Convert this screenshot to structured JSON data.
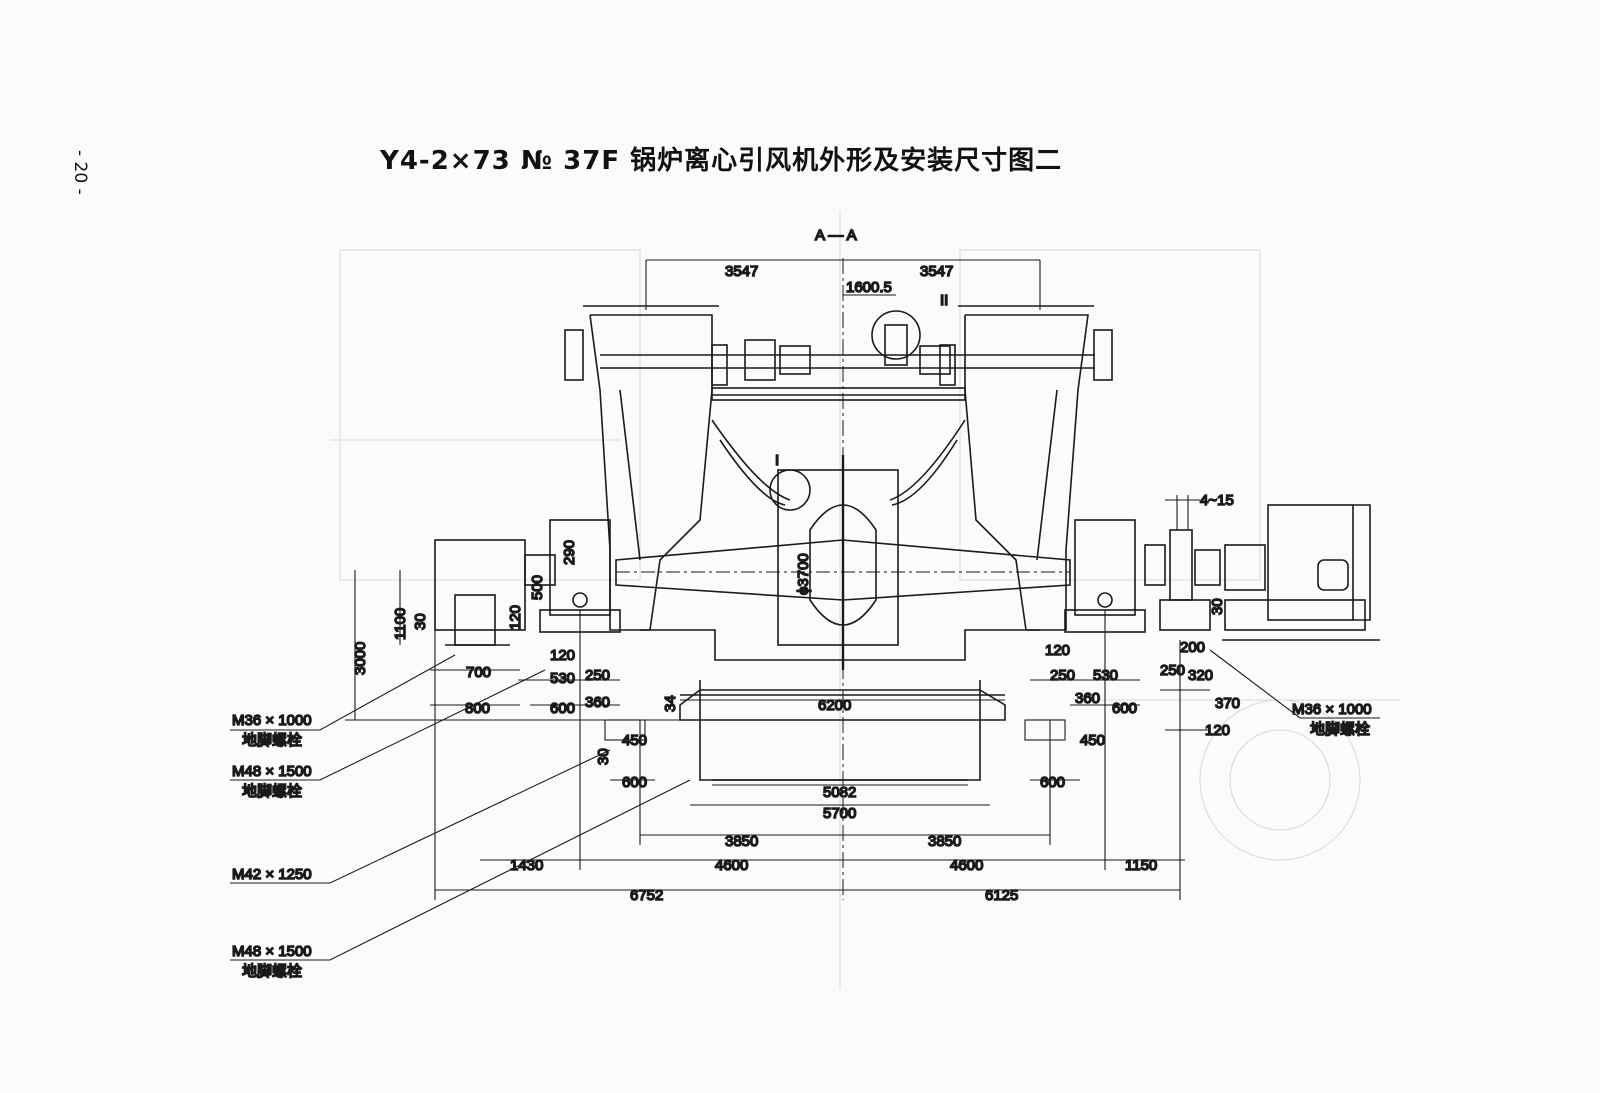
{
  "page_number": "- 20 -",
  "title": "Y4-2×73 № 37F  锅炉离心引风机外形及安装尺寸图二",
  "section_label": "A — A",
  "detail_labels": {
    "detail_1": "I",
    "detail_2": "II"
  },
  "dimensions": {
    "top_left": "3547",
    "top_right": "3547",
    "offset": "1600.5",
    "gap": "4~15",
    "impeller_dia": "ϕ3700",
    "d290": "290",
    "d500": "500",
    "d120v": "120",
    "d1100": "1100",
    "d30a": "30",
    "d3000": "3000",
    "d120a": "120",
    "d530a": "530",
    "d250a": "250",
    "d700": "700",
    "d600a": "600",
    "d360a": "360",
    "d800": "800",
    "d34": "34",
    "d6200": "6200",
    "d450a": "450",
    "d30b": "30",
    "d600b": "600",
    "d5082": "5082",
    "d5700": "5700",
    "d3850a": "3850",
    "d3850b": "3850",
    "d1430": "1430",
    "d4600a": "4600",
    "d4600b": "4600",
    "d1150": "1150",
    "d6752": "6752",
    "d6125": "6125",
    "d120b": "120",
    "d250b": "250",
    "d530b": "530",
    "d360b": "360",
    "d600c": "600",
    "d450b": "450",
    "d600d": "600",
    "d30c": "30",
    "d200": "200",
    "d250c": "250",
    "d320": "320",
    "d370": "370",
    "d120c": "120"
  },
  "callouts": [
    {
      "bolt": "M36 × 1000",
      "desc": "地脚螺栓"
    },
    {
      "bolt": "M48 × 1500",
      "desc": "地脚螺栓"
    },
    {
      "bolt": "M42 × 1250",
      "desc": ""
    },
    {
      "bolt": "M48 × 1500",
      "desc": "地脚螺栓"
    },
    {
      "bolt": "M36 × 1000",
      "desc": "地脚螺栓"
    }
  ]
}
